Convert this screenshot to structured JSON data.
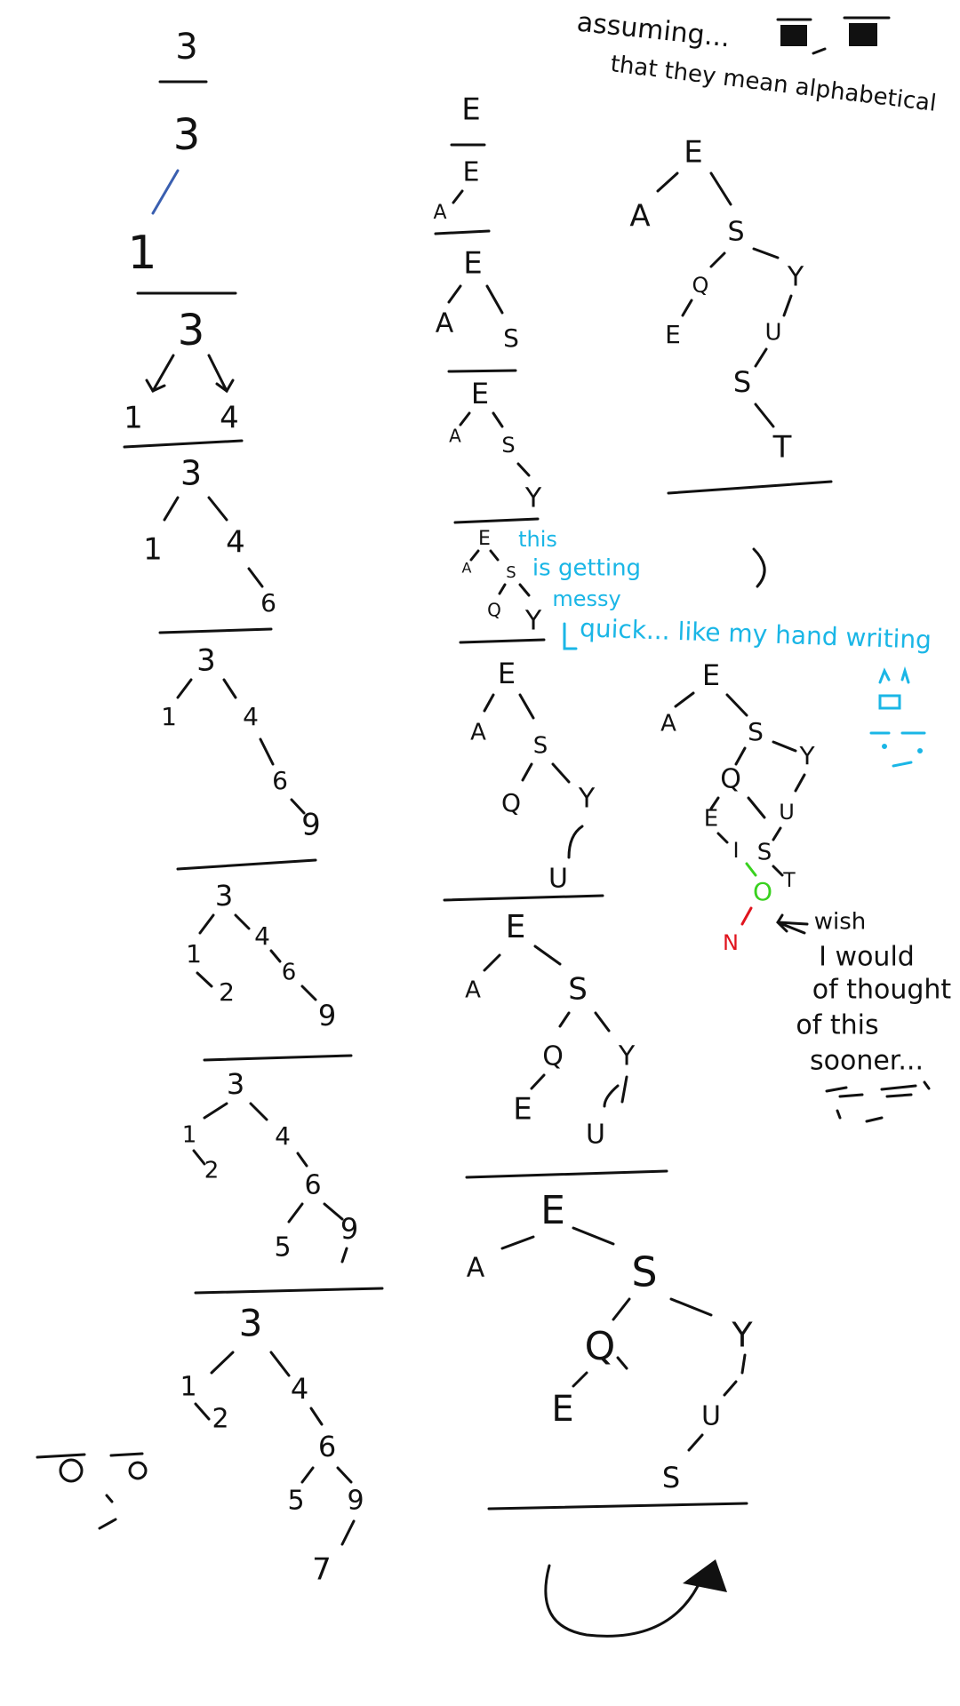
{
  "notes": {
    "assuming_line1": "assuming...",
    "assuming_line2": "that they mean alphabetical",
    "messy": [
      "this",
      "is getting",
      "messy",
      "quick... like my hand writing"
    ],
    "wish": [
      "wish",
      "I would",
      "of thought",
      "of this",
      "sooner..."
    ]
  },
  "colors": {
    "ink": "#111111",
    "annotation": "#1ab6e6",
    "highlight_o": "#39d11f",
    "highlight_n": "#e0141e",
    "blue_edge": "#3a5fb0"
  },
  "number_trees": [
    {
      "nodes": [
        "3"
      ]
    },
    {
      "nodes": [
        "3",
        "1"
      ]
    },
    {
      "nodes": [
        "3",
        "1",
        "4"
      ]
    },
    {
      "nodes": [
        "3",
        "1",
        "4",
        "6"
      ]
    },
    {
      "nodes": [
        "3",
        "1",
        "4",
        "6",
        "9"
      ]
    },
    {
      "nodes": [
        "3",
        "1",
        "2",
        "4",
        "6",
        "9"
      ]
    },
    {
      "nodes": [
        "3",
        "1",
        "2",
        "4",
        "6",
        "5",
        "9"
      ]
    },
    {
      "nodes": [
        "3",
        "1",
        "2",
        "4",
        "6",
        "5",
        "9",
        "7"
      ]
    }
  ],
  "letter_trees": [
    {
      "nodes": [
        "E"
      ]
    },
    {
      "nodes": [
        "E",
        "A"
      ]
    },
    {
      "nodes": [
        "E",
        "A",
        "S"
      ]
    },
    {
      "nodes": [
        "E",
        "A",
        "S",
        "Y"
      ]
    },
    {
      "nodes": [
        "E",
        "A",
        "S",
        "Q",
        "Y"
      ]
    },
    {
      "nodes": [
        "E",
        "A",
        "S",
        "Q",
        "Y",
        "U"
      ]
    },
    {
      "nodes": [
        "E",
        "A",
        "S",
        "Q",
        "Y",
        "E",
        "U"
      ]
    },
    {
      "nodes": [
        "E",
        "A",
        "S",
        "Q",
        "Y",
        "E",
        "U",
        "S"
      ]
    },
    {
      "nodes": [
        "E",
        "A",
        "S",
        "Q",
        "Y",
        "E",
        "U",
        "S",
        "T"
      ]
    },
    {
      "nodes": [
        "E",
        "A",
        "S",
        "Q",
        "Y",
        "E",
        "U",
        "I",
        "S",
        "O",
        "T",
        "N"
      ]
    }
  ]
}
